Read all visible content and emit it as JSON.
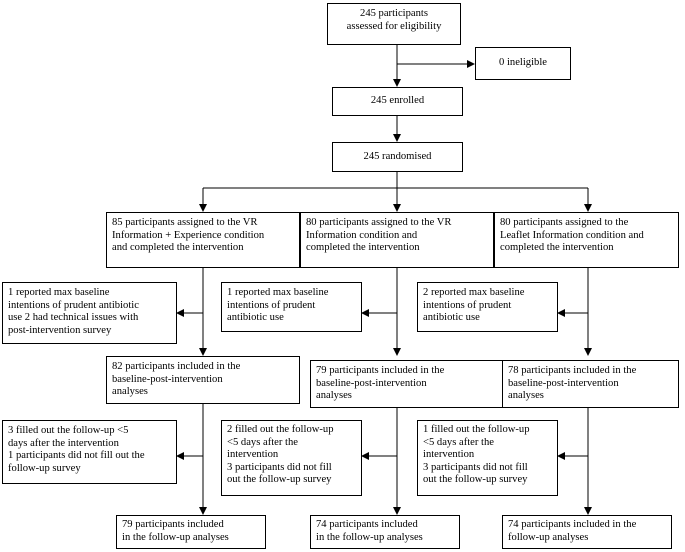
{
  "boxes": {
    "assessed": "245 participants\nassessed for eligibility",
    "ineligible": "0 ineligible",
    "enrolled": "245 enrolled",
    "randomised": "245 randomised",
    "arm1_assigned": "85 participants assigned to the VR\nInformation + Experience condition\nand completed the intervention",
    "arm2_assigned": "80 participants assigned to the VR\nInformation condition and\ncompleted the intervention",
    "arm3_assigned": "80 participants assigned to the\nLeaflet Information condition and\ncompleted the intervention",
    "arm1_excluded": "1 reported max baseline\nintentions of prudent antibiotic\nuse 2 had technical issues with\npost-intervention survey",
    "arm2_excluded": "1 reported max baseline\nintentions of prudent\nantibiotic use",
    "arm3_excluded": "2 reported max baseline\nintentions of prudent\nantibiotic use",
    "arm1_baseline": "82 participants included in the\nbaseline-post-intervention\nanalyses",
    "arm2_baseline": "79 participants included in the\nbaseline-post-intervention\nanalyses",
    "arm3_baseline": "78 participants included in the\nbaseline-post-intervention\nanalyses",
    "arm1_followup_excl": "3 filled out the follow-up <5\ndays after the intervention\n1 participants did not fill out the\nfollow-up survey",
    "arm2_followup_excl": "2 filled out the follow-up\n<5 days after the\nintervention\n3 participants did not fill\nout the follow-up survey",
    "arm3_followup_excl": "1 filled out the follow-up\n<5 days after the\nintervention\n3 participants did not fill\nout the follow-up survey",
    "arm1_followup": "79 participants included\nin the follow-up analyses",
    "arm2_followup": "74 participants included\nin the follow-up analyses",
    "arm3_followup": "74 participants included in the\nfollow-up analyses"
  }
}
